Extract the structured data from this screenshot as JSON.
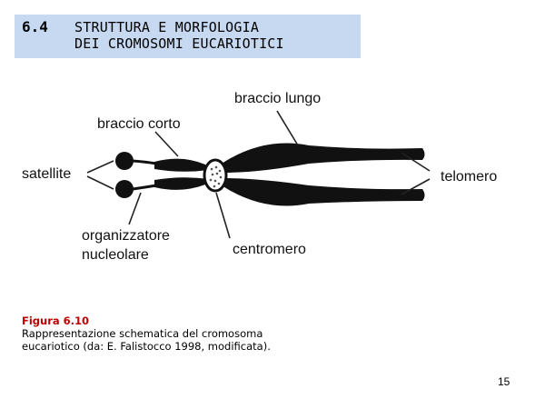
{
  "header": {
    "section_number": "6.4",
    "title_line_1": "STRUTTURA E MORFOLOGIA",
    "title_line_2": "DEI CROMOSOMI EUCARIOTICI",
    "background_color": "#c6d9f1"
  },
  "diagram": {
    "labels": {
      "braccio_lungo": "braccio lungo",
      "braccio_corto": "braccio corto",
      "satellite": "satellite",
      "telomero": "telomero",
      "organizzatore_line_1": "organizzatore",
      "organizzatore_line_2": "nucleolare",
      "centromero": "centromero"
    }
  },
  "caption": {
    "title": "Figura 6.10",
    "line_1": "Rappresentazione schematica del cromosoma",
    "line_2": "eucariotico (da: E. Falistocco 1998, modificata)."
  },
  "page_number": "15"
}
